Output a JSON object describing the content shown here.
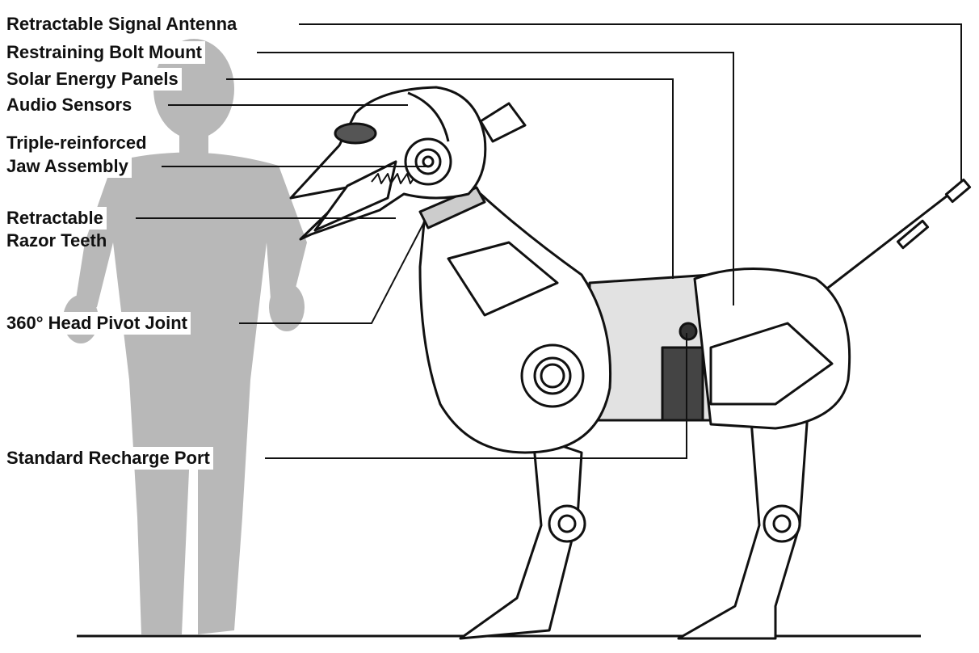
{
  "labels": {
    "antenna": "Retractable Signal Antenna",
    "bolt": "Restraining Bolt Mount",
    "solar": "Solar Energy Panels",
    "audio": "Audio Sensors",
    "jaw_1": "Triple-reinforced",
    "jaw_2": "Jaw Assembly",
    "teeth_1": "Retractable",
    "teeth_2": "Razor Teeth",
    "pivot": "360° Head Pivot Joint",
    "recharge": "Standard Recharge Port"
  },
  "colors": {
    "line": "#111111",
    "silhouette": "#b4b4b4",
    "panel": "#d6d6d6"
  }
}
